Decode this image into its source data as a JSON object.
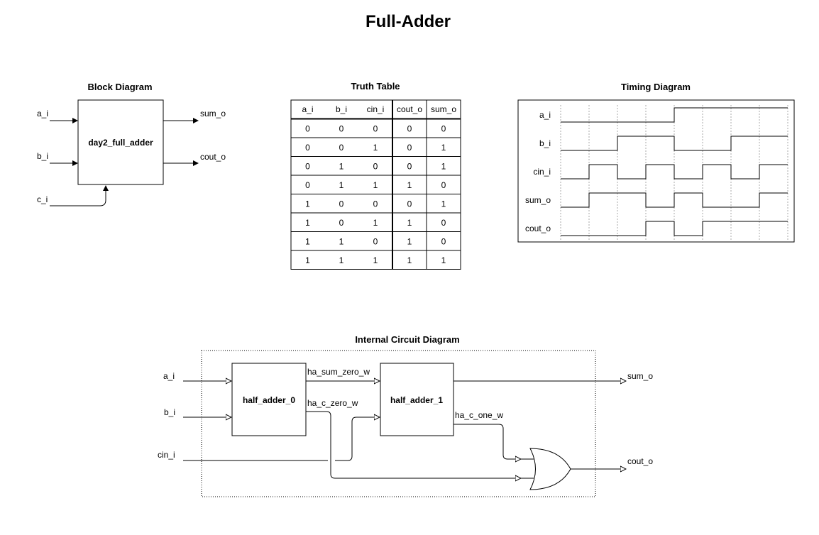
{
  "title": "Full-Adder",
  "block_diagram": {
    "heading": "Block Diagram",
    "module": "day2_full_adder",
    "inputs": [
      "a_i",
      "b_i",
      "c_i"
    ],
    "outputs": [
      "sum_o",
      "cout_o"
    ]
  },
  "truth_table": {
    "heading": "Truth Table",
    "columns": [
      "a_i",
      "b_i",
      "cin_i",
      "cout_o",
      "sum_o"
    ],
    "rows": [
      [
        "0",
        "0",
        "0",
        "0",
        "0"
      ],
      [
        "0",
        "0",
        "1",
        "0",
        "1"
      ],
      [
        "0",
        "1",
        "0",
        "0",
        "1"
      ],
      [
        "0",
        "1",
        "1",
        "1",
        "0"
      ],
      [
        "1",
        "0",
        "0",
        "0",
        "1"
      ],
      [
        "1",
        "0",
        "1",
        "1",
        "0"
      ],
      [
        "1",
        "1",
        "0",
        "1",
        "0"
      ],
      [
        "1",
        "1",
        "1",
        "1",
        "1"
      ]
    ]
  },
  "timing_diagram": {
    "heading": "Timing Diagram",
    "signals": [
      {
        "name": "a_i",
        "values": [
          0,
          0,
          0,
          0,
          1,
          1,
          1,
          1
        ]
      },
      {
        "name": "b_i",
        "values": [
          0,
          0,
          1,
          1,
          0,
          0,
          1,
          1
        ]
      },
      {
        "name": "cin_i",
        "values": [
          0,
          1,
          0,
          1,
          0,
          1,
          0,
          1
        ]
      },
      {
        "name": "sum_o",
        "values": [
          0,
          1,
          1,
          0,
          1,
          0,
          0,
          1
        ]
      },
      {
        "name": "cout_o",
        "values": [
          0,
          0,
          0,
          1,
          0,
          1,
          1,
          1
        ]
      }
    ]
  },
  "circuit": {
    "heading": "Internal Circuit Diagram",
    "inputs": [
      "a_i",
      "b_i",
      "cin_i"
    ],
    "outputs": [
      "sum_o",
      "cout_o"
    ],
    "blocks": [
      "half_adder_0",
      "half_adder_1"
    ],
    "wires": [
      "ha_sum_zero_w",
      "ha_c_zero_w",
      "ha_c_one_w"
    ]
  }
}
